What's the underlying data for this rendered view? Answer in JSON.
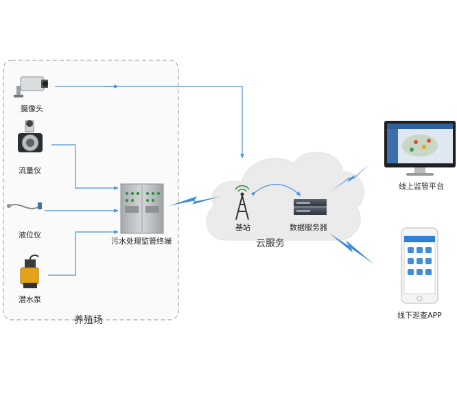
{
  "farm": {
    "title": "养殖场"
  },
  "devices": {
    "camera": "摄像头",
    "flowmeter": "流量仪",
    "level_meter": "液位仪",
    "pump": "潜水泵",
    "terminal": "污水处理监管终端"
  },
  "cloud": {
    "title": "云服务",
    "base_station": "基站",
    "data_server": "数据服务器"
  },
  "clients": {
    "platform": "线上监管平台",
    "app": "线下巡查APP"
  },
  "colors": {
    "line": "#4a90d9",
    "bolt": "#3f8ed6",
    "dash": "#a9a9a9",
    "cloud": "#ebebeb",
    "cabinet": "#bfc3c6"
  }
}
